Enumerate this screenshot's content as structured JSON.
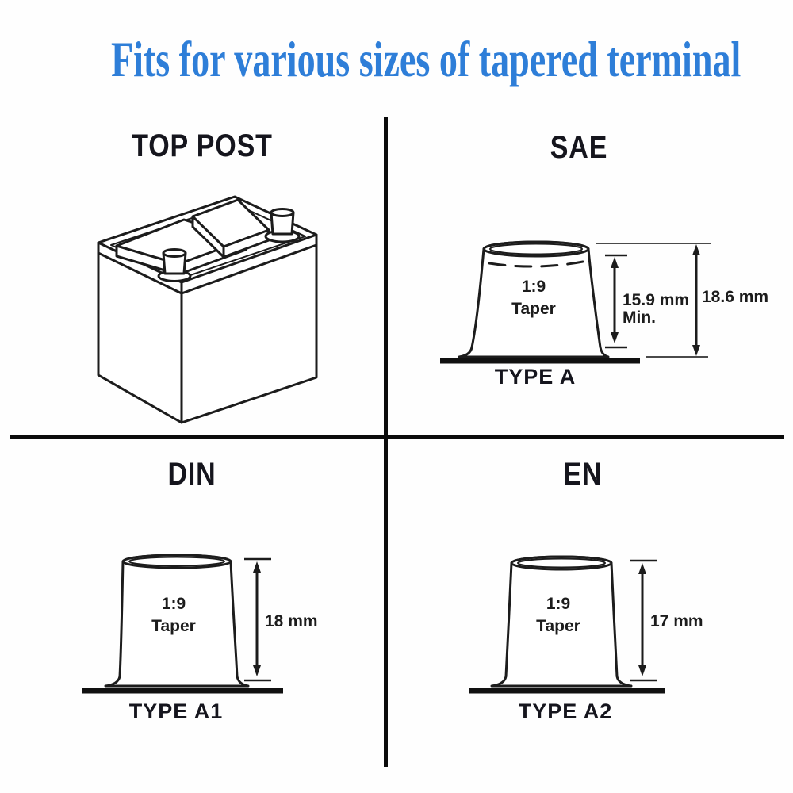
{
  "title": "Fits for various sizes of tapered terminal",
  "colors": {
    "title_blue": "#2e7ed8",
    "ink": "#1c1c1c",
    "divider": "#0b0b0b",
    "extension_line_gray": "#4a4a4a"
  },
  "quadrants": {
    "top_post": {
      "heading": "TOP POST"
    },
    "sae": {
      "heading": "SAE",
      "taper_ratio": "1:9",
      "taper_word": "Taper",
      "inner_dimension": "15.9 mm",
      "inner_dimension_note": "Min.",
      "outer_dimension": "18.6 mm",
      "type_label": "TYPE A"
    },
    "din": {
      "heading": "DIN",
      "taper_ratio": "1:9",
      "taper_word": "Taper",
      "height_dimension": "18 mm",
      "type_label": "TYPE A1"
    },
    "en": {
      "heading": "EN",
      "taper_ratio": "1:9",
      "taper_word": "Taper",
      "height_dimension": "17 mm",
      "type_label": "TYPE A2"
    }
  }
}
